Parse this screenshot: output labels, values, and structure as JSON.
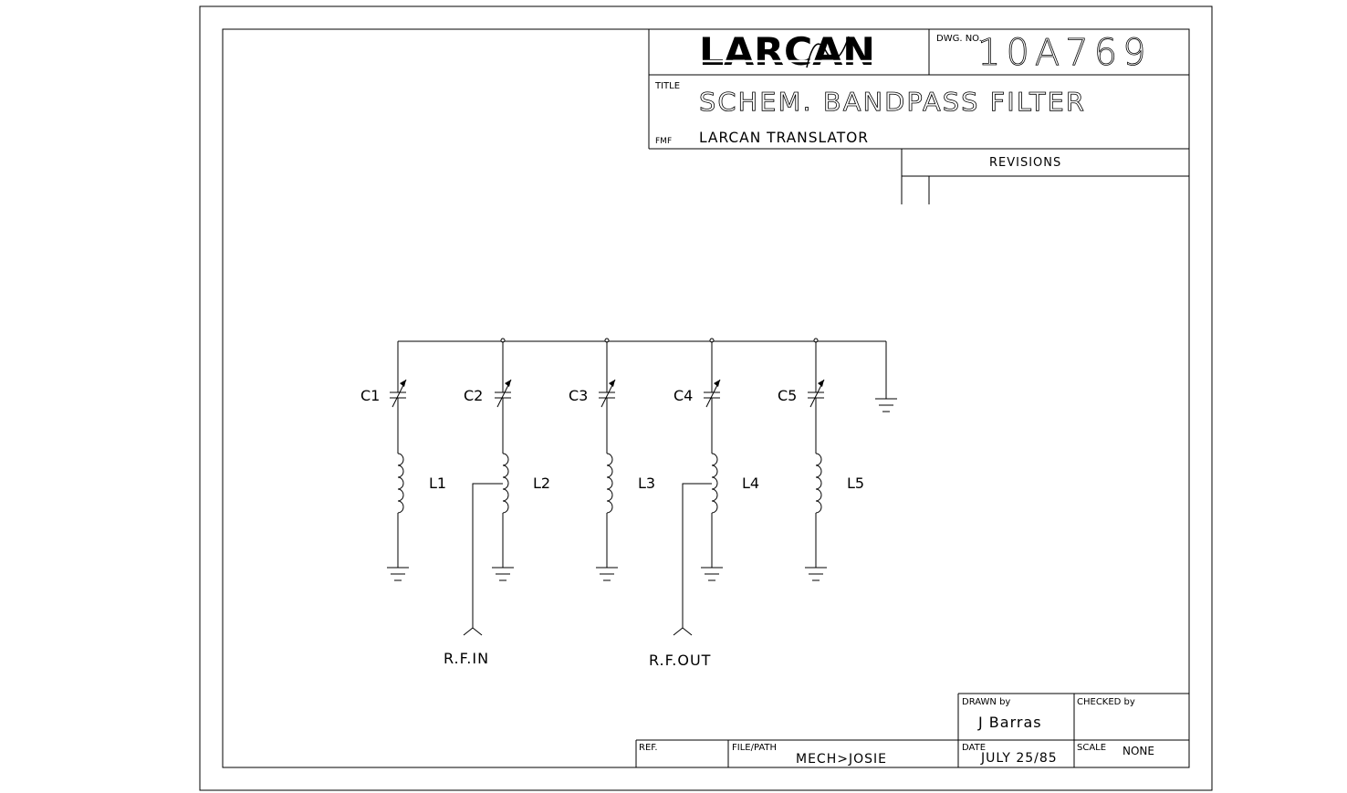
{
  "title_block": {
    "logo_text": "LARCAN",
    "dwg_no_label": "DWG. NO.",
    "dwg_no": "10A769",
    "title_label": "TITLE",
    "title": "SCHEM. BANDPASS FILTER",
    "fmf_label": "FMF",
    "fmf": "LARCAN TRANSLATOR",
    "revisions_label": "REVISIONS",
    "drawn_by_label": "DRAWN by",
    "drawn_by": "J Barras",
    "checked_by_label": "CHECKED by",
    "checked_by": "",
    "ref_label": "REF.",
    "file_path_label": "FILE/PATH",
    "file_path": "MECH>JOSIE",
    "date_label": "DATE",
    "date": "JULY 25/85",
    "scale_label": "SCALE",
    "scale": "NONE"
  },
  "schematic": {
    "capacitors": [
      "C1",
      "C2",
      "C3",
      "C4",
      "C5"
    ],
    "inductors": [
      "L1",
      "L2",
      "L3",
      "L4",
      "L5"
    ],
    "rf_in": "R.F.IN",
    "rf_out": "R.F.OUT"
  },
  "colors": {
    "line": "#000000",
    "background": "#ffffff"
  }
}
